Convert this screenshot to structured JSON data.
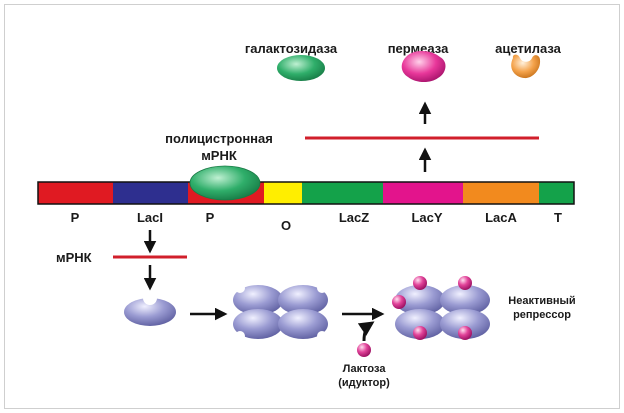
{
  "proteins": {
    "galactosidase": "галактозидаза",
    "permease": "пермеаза",
    "acetylase": "ацетилаза"
  },
  "polycistronic_label_line1": "полицистронная",
  "polycistronic_label_line2": "мРНК",
  "mrna_label": "мРНК",
  "segments": [
    {
      "label": "P",
      "color": "#e01a22"
    },
    {
      "label": "LacI",
      "color": "#2e2f8f"
    },
    {
      "label": "P",
      "color": "#e01a22"
    },
    {
      "label": "O",
      "color": "#ffee00"
    },
    {
      "label": "LacZ",
      "color": "#14a24a"
    },
    {
      "label": "LacY",
      "color": "#e3148c"
    },
    {
      "label": "LacA",
      "color": "#f28a1e"
    },
    {
      "label": "T",
      "color": "#14a24a"
    }
  ],
  "inactive_repressor_line1": "Неактивный",
  "inactive_repressor_line2": "репрессор",
  "lactose_line1": "Лактоза",
  "lactose_line2": "(идуктор)",
  "colors": {
    "mrna_line": "#d11f2b",
    "galactosidase": "#2fae6a",
    "permease": "#e8379a",
    "acetylase": "#f4a24a",
    "repressor": "#8f90c9",
    "inducer": "#e2449a",
    "arrow": "#111111"
  }
}
